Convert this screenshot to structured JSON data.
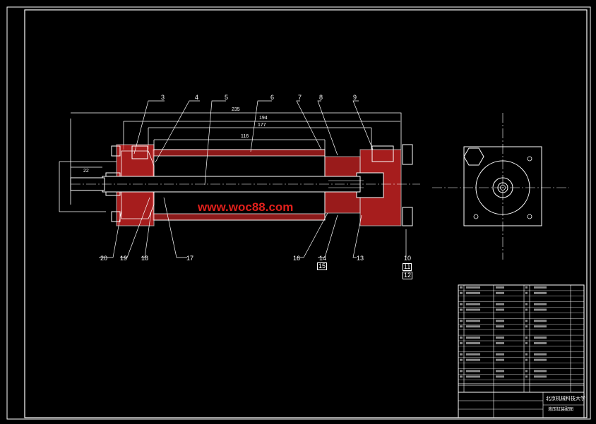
{
  "drawing": {
    "part_numbers_top": [
      "3",
      "4",
      "5",
      "6",
      "7",
      "8",
      "9"
    ],
    "part_numbers_bottom": [
      "20",
      "19",
      "18",
      "17",
      "16",
      "14",
      "13",
      "10"
    ],
    "part_numbers_boxed": [
      "15",
      "11",
      "12"
    ],
    "dimensions": [
      "235",
      "194",
      "177",
      "116",
      "22"
    ],
    "watermark": "www.woc88.com",
    "colors": {
      "background": "#000000",
      "lines": "#ffffff",
      "hatch": "#ff2d2d",
      "watermark": "#e0201c"
    }
  },
  "title_block": {
    "school": "北京机械科技大学",
    "drawing_name": "液压缸装配图"
  }
}
